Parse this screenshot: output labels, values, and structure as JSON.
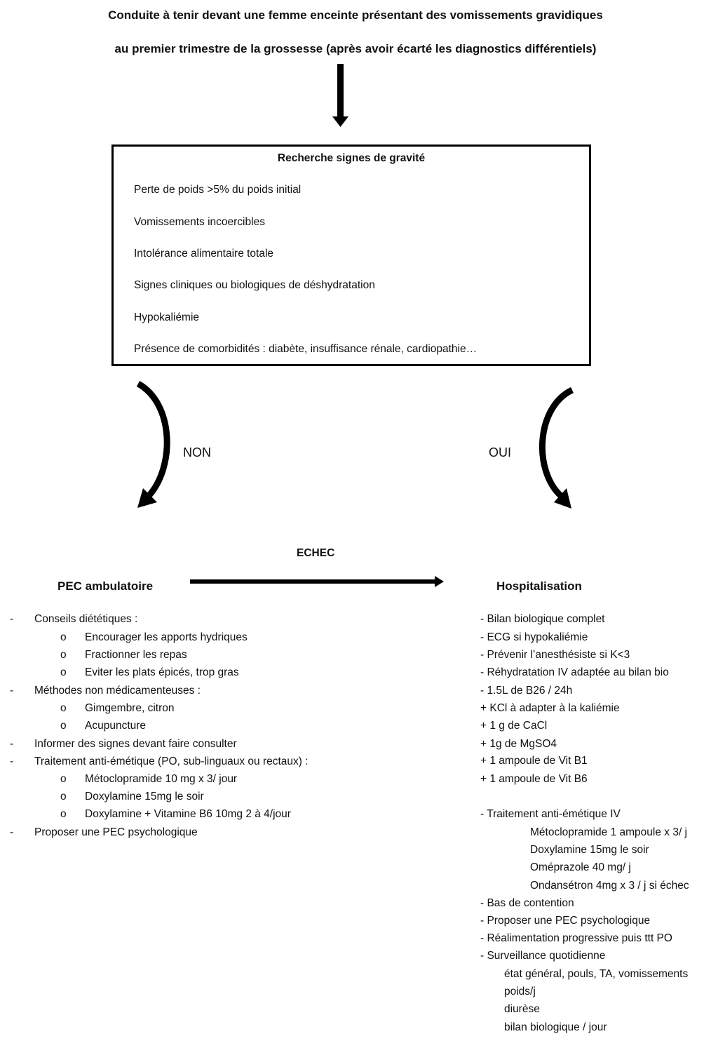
{
  "title": {
    "line1": "Conduite à tenir devant une femme enceinte présentant des vomissements gravidiques",
    "line2": "au premier trimestre de la grossesse (après avoir écarté les diagnostics différentiels)"
  },
  "gravity": {
    "heading": "Recherche signes de gravité",
    "criteria": [
      "Perte de poids >5% du poids initial",
      "Vomissements incoercibles",
      "Intolérance alimentaire totale",
      "Signes cliniques ou biologiques de déshydratation",
      "Hypokaliémie",
      "Présence de comorbidités : diabète, insuffisance rénale, cardiopathie…"
    ]
  },
  "branches": {
    "no": "NON",
    "yes": "OUI",
    "failure": "ECHEC"
  },
  "ambulatory": {
    "heading": "PEC ambulatoire",
    "items": [
      {
        "marker": "-",
        "text": "Conseils diététiques :"
      },
      {
        "marker": "o",
        "text": "Encourager les apports hydriques"
      },
      {
        "marker": "o",
        "text": "Fractionner les repas"
      },
      {
        "marker": "o",
        "text": "Eviter les plats épicés, trop gras"
      },
      {
        "marker": "-",
        "text": "Méthodes non médicamenteuses :"
      },
      {
        "marker": "o",
        "text": "Gimgembre, citron"
      },
      {
        "marker": "o",
        "text": "Acupuncture"
      },
      {
        "marker": "-",
        "text": "Informer des signes devant faire consulter"
      },
      {
        "marker": "-",
        "text": "Traitement anti-émétique (PO, sub-linguaux ou rectaux) :"
      },
      {
        "marker": "o",
        "text": "Métoclopramide 10 mg x 3/ jour"
      },
      {
        "marker": "o",
        "text": "Doxylamine  15mg le soir"
      },
      {
        "marker": "o",
        "text": "Doxylamine + Vitamine B6 10mg 2 à 4/jour"
      },
      {
        "marker": "-",
        "text": "Proposer une PEC psychologique"
      }
    ]
  },
  "hospital": {
    "heading": "Hospitalisation",
    "items": [
      "- Bilan biologique complet",
      "- ECG si hypokaliémie",
      "- Prévenir l’anesthésiste si K<3",
      "- Réhydratation IV adaptée au bilan bio",
      "- 1.5L de B26 / 24h",
      "+ KCl à adapter à la kaliémie",
      "+ 1 g de CaCl",
      "+ 1g de MgSO4",
      "+ 1 ampoule de Vit B1",
      "+ 1 ampoule de Vit B6",
      "-  Traitement anti-émétique IV",
      "Métoclopramide 1 ampoule x 3/ j",
      "Doxylamine 15mg le soir",
      "Oméprazole 40 mg/ j",
      "Ondansétron 4mg x 3 / j si échec",
      "- Bas de contention",
      "- Proposer une PEC psychologique",
      "- Réalimentation progressive puis ttt PO",
      "- Surveillance quotidienne",
      "état général, pouls, TA, vomissements",
      "poids/j",
      "diurèse",
      "bilan biologique / jour"
    ]
  }
}
